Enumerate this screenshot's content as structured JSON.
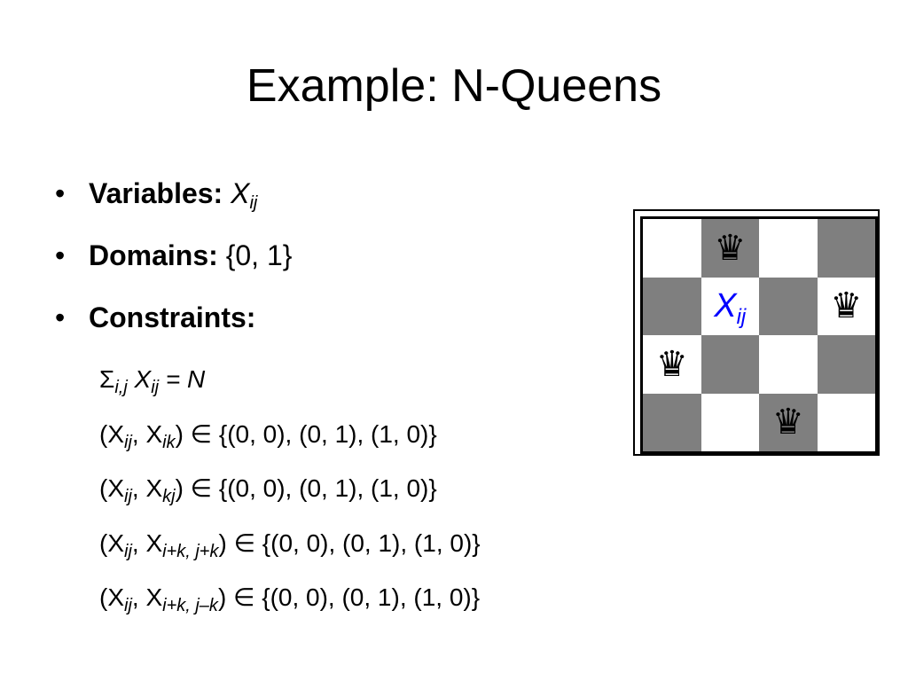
{
  "title": "Example: N-Queens",
  "bullet_char": "•",
  "variables": {
    "label": "Variables:",
    "var": "X",
    "sub": "ij"
  },
  "domains": {
    "label": "Domains:",
    "value": "{0, 1}"
  },
  "constraints": {
    "label": "Constraints:",
    "sum": {
      "sigma": "Σ",
      "sigma_sub": "i,j",
      "var": "X",
      "var_sub": "ij",
      "rest": "= N"
    },
    "pairs": [
      {
        "open": "(X",
        "a_sub": "ij",
        "mid": ", X",
        "b_sub": "ik",
        "close": ")",
        "rest": " ∈ {(0, 0), (0, 1), (1, 0)}"
      },
      {
        "open": "(X",
        "a_sub": "ij",
        "mid": ", X",
        "b_sub": "kj",
        "close": ")",
        "rest": " ∈ {(0, 0), (0, 1), (1, 0)}"
      },
      {
        "open": "(X",
        "a_sub": "ij",
        "mid": ", X",
        "b_sub": "i+k, j+k",
        "close": ")",
        "rest": " ∈ {(0, 0), (0, 1), (1, 0)}"
      },
      {
        "open": "(X",
        "a_sub": "ij",
        "mid": ", X",
        "b_sub": "i+k, j–k",
        "close": ")",
        "rest": " ∈ {(0, 0), (0, 1), (1, 0)}"
      }
    ]
  },
  "board": {
    "queen_glyph": "♛",
    "label_var": "X",
    "label_sub": "ij",
    "label_color": "#0000ff",
    "dark_color": "#7f7f7f",
    "queens": [
      [
        0,
        1
      ],
      [
        1,
        3
      ],
      [
        2,
        0
      ],
      [
        3,
        2
      ]
    ],
    "label_cell": [
      1,
      1
    ]
  }
}
